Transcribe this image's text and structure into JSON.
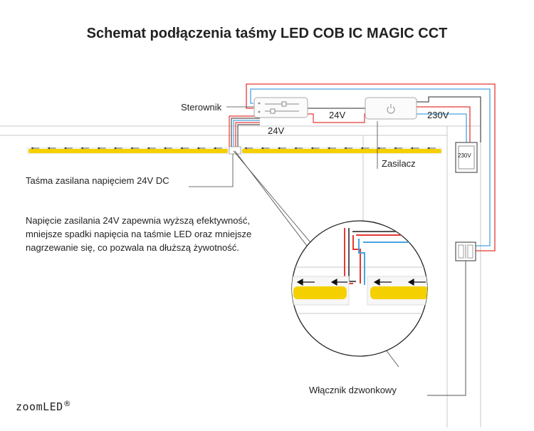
{
  "title": "Schemat podłączenia taśmy LED COB IC MAGIC CCT",
  "labels": {
    "controller": "Sterownik",
    "voltage_24v_top": "24V",
    "voltage_24v_bottom": "24V",
    "voltage_230v": "230V",
    "socket_230v": "230V",
    "power_supply": "Zasilacz",
    "strip": "Taśma zasilana napięciem 24V DC",
    "doorbell_switch": "Włącznik dzwonkowy"
  },
  "note": {
    "line1": "Napięcie zasilania 24V zapewnia wyższą efektywność,",
    "line2": "mniejsze spadki napięcia na taśmie LED oraz mniejsze",
    "line3": "nagrzewanie się, co pozwala na dłuższą żywotność."
  },
  "logo": {
    "text": "zoomLED",
    "mark": "®"
  },
  "icons": {
    "power": "power-icon",
    "arrow": "arrow-left-icon"
  },
  "colors": {
    "wire_red": "#e53935",
    "wire_blue": "#4aa3df",
    "wire_dark": "#555555",
    "led_yellow": "#f5d000",
    "wall_line": "#c8c8c8"
  }
}
